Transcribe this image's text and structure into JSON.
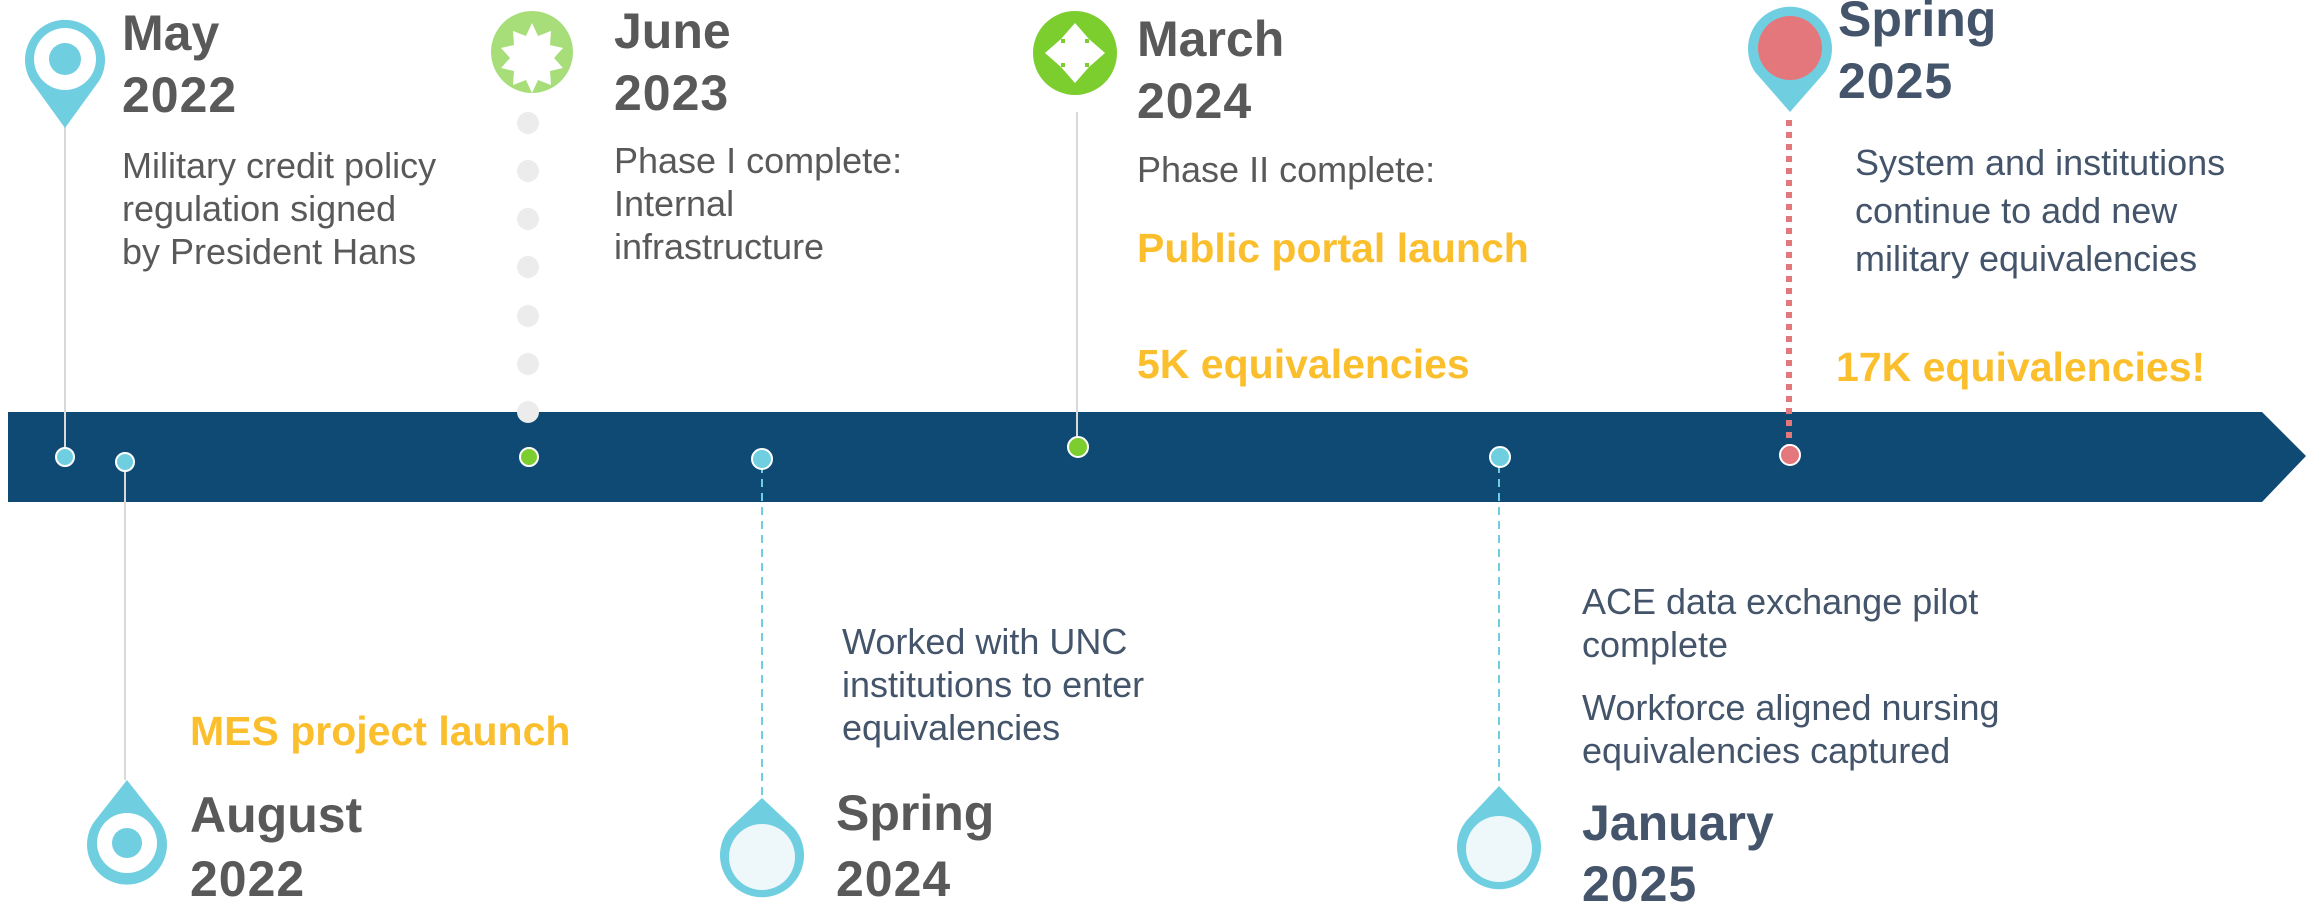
{
  "milestones": [
    {
      "id": "may-2022",
      "month": "May",
      "year": "2022",
      "lines": [
        "Military credit policy",
        "regulation signed",
        "by President Hans"
      ],
      "highlights": [],
      "icon": "map-pin-icon",
      "color": "#6fcfe0"
    },
    {
      "id": "august-2022",
      "month": "August",
      "year": "2022",
      "lines": [],
      "highlights": [
        "MES project launch"
      ],
      "icon": "map-pin-icon",
      "color": "#6fcfe0"
    },
    {
      "id": "june-2023",
      "month": "June",
      "year": "2023",
      "lines": [
        "Phase I complete:",
        "Internal",
        "infrastructure"
      ],
      "highlights": [],
      "icon": "starburst-badge-icon",
      "color": "#a8de7a"
    },
    {
      "id": "spring-2024",
      "month": "Spring",
      "year": "2024",
      "lines": [
        "Worked with UNC",
        "institutions to enter",
        "equivalencies"
      ],
      "highlights": [],
      "icon": "drop-pin-icon",
      "color": "#6fcfe0"
    },
    {
      "id": "march-2024",
      "month": "March",
      "year": "2024",
      "lines": [
        "Phase II complete:"
      ],
      "highlights": [
        "Public portal  launch",
        "5K equivalencies"
      ],
      "icon": "four-arrows-icon",
      "color": "#7ccd2e"
    },
    {
      "id": "january-2025",
      "month": "January",
      "year": "2025",
      "lines": [
        "ACE data exchange pilot",
        "complete",
        "Workforce aligned nursing",
        "equivalencies captured"
      ],
      "highlights": [],
      "icon": "drop-pin-icon",
      "color": "#6fcfe0"
    },
    {
      "id": "spring-2025",
      "month": "Spring",
      "year": "2025",
      "lines": [
        "System and institutions",
        "continue to add new",
        "military equivalencies"
      ],
      "highlights": [
        "17K equivalencies!"
      ],
      "icon": "map-pin-icon",
      "color": "#e4777c"
    }
  ],
  "colors": {
    "band": "#0f4a74",
    "text_gray": "#595959",
    "text_navy": "#44546a",
    "highlight": "#fbbf2d",
    "cyan": "#6fcfe0",
    "green": "#7ccd2e",
    "light_green": "#a8de7a",
    "coral": "#e4777c"
  }
}
